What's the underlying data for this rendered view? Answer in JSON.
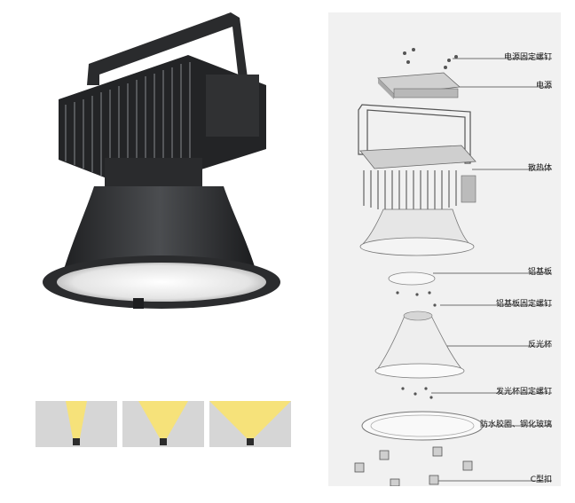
{
  "diagram": {
    "labels": [
      "电源固定螺钉",
      "电源",
      "散热体",
      "铝基板",
      "铝基板固定螺钉",
      "反光杯",
      "发光杯固定螺钉",
      "防水胶圈、钢化玻璃",
      "C型扣"
    ]
  },
  "beam_angles": [
    "narrow",
    "medium",
    "wide"
  ],
  "colors": {
    "beam": "#f6e27a",
    "panel": "#f1f1f1",
    "lamp_body": "#2f3032"
  }
}
